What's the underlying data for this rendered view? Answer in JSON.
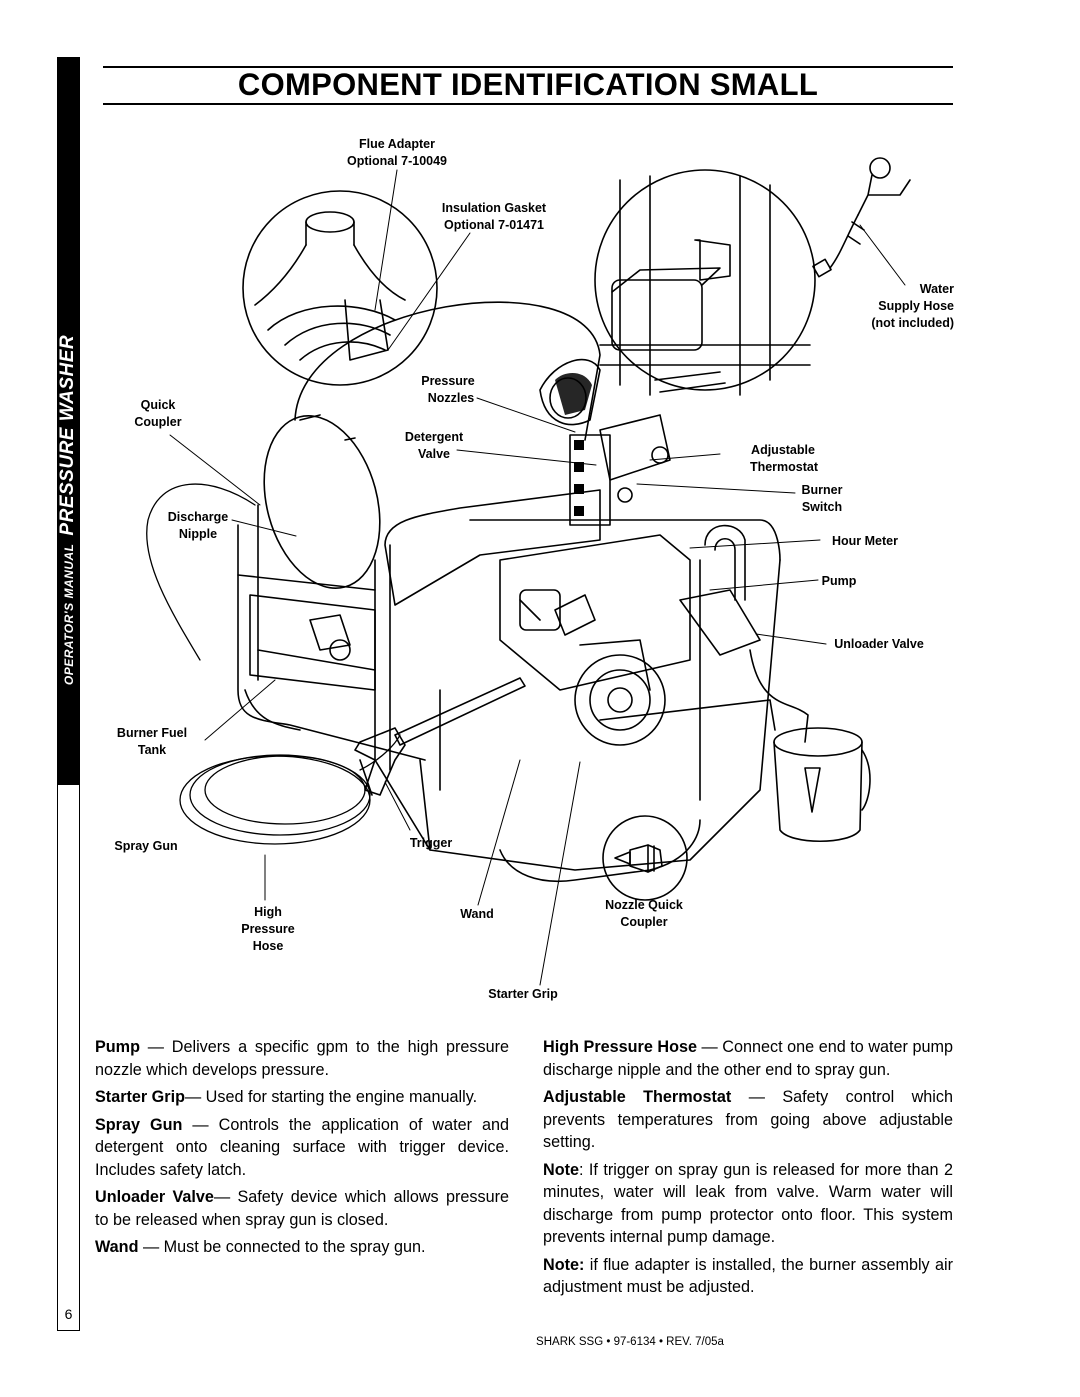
{
  "sidebar": {
    "manual_label": "OPERATOR'S MANUAL",
    "product_label": "PRESSURE WASHER"
  },
  "page_title": "COMPONENT IDENTIFICATION SMALL",
  "diagram": {
    "callouts": [
      {
        "id": "flue_adapter",
        "lines": [
          "Flue Adapter",
          "Optional 7-10049"
        ]
      },
      {
        "id": "insulation_gasket",
        "lines": [
          "Insulation Gasket",
          "Optional 7-01471"
        ]
      },
      {
        "id": "water_supply_hose",
        "lines": [
          "Water",
          "Supply Hose",
          "(not included)"
        ]
      },
      {
        "id": "pressure_nozzles",
        "lines": [
          "Pressure",
          "Nozzles"
        ]
      },
      {
        "id": "quick_coupler",
        "lines": [
          "Quick",
          "Coupler"
        ]
      },
      {
        "id": "detergent_valve",
        "lines": [
          "Detergent",
          "Valve"
        ]
      },
      {
        "id": "adjustable_thermostat",
        "lines": [
          "Adjustable",
          "Thermostat"
        ]
      },
      {
        "id": "burner_switch",
        "lines": [
          "Burner",
          "Switch"
        ]
      },
      {
        "id": "discharge_nipple",
        "lines": [
          "Discharge",
          "Nipple"
        ]
      },
      {
        "id": "hour_meter",
        "lines": [
          "Hour Meter"
        ]
      },
      {
        "id": "pump",
        "lines": [
          "Pump"
        ]
      },
      {
        "id": "unloader_valve",
        "lines": [
          "Unloader Valve"
        ]
      },
      {
        "id": "burner_fuel_tank",
        "lines": [
          "Burner Fuel",
          "Tank"
        ]
      },
      {
        "id": "spray_gun",
        "lines": [
          "Spray Gun"
        ]
      },
      {
        "id": "trigger",
        "lines": [
          "Trigger"
        ]
      },
      {
        "id": "high_pressure_hose",
        "lines": [
          "High",
          "Pressure",
          "Hose"
        ]
      },
      {
        "id": "wand",
        "lines": [
          "Wand"
        ]
      },
      {
        "id": "nozzle_quick_coupler",
        "lines": [
          "Nozzle Quick",
          "Coupler"
        ]
      },
      {
        "id": "starter_grip",
        "lines": [
          "Starter Grip"
        ]
      }
    ]
  },
  "descriptions": {
    "left": [
      {
        "term": "Pump",
        "text": " — Delivers a specific gpm to the high pressure nozzle which develops pressure."
      },
      {
        "term": "Starter Grip",
        "text": "— Used for starting the engine manually."
      },
      {
        "term": "Spray Gun",
        "text": " — Controls the application of water and detergent onto cleaning surface with trigger device. Includes safety latch."
      },
      {
        "term": "Unloader Valve",
        "text": "— Safety device which allows pressure to be released when spray gun is closed."
      },
      {
        "term": "Wand",
        "text": " — Must be connected to the spray gun."
      }
    ],
    "right": [
      {
        "term": "High Pressure Hose",
        "text": " — Connect one end to water pump discharge nipple and the other end to spray gun."
      },
      {
        "term": "Adjustable Thermostat",
        "text": " — Safety control which prevents temperatures from going above adjustable setting."
      },
      {
        "term": "Note",
        "text": ": If trigger on spray gun is released for more than 2 minutes, water will leak from valve. Warm water will discharge from pump protector onto floor. This system prevents internal pump damage."
      },
      {
        "term": "Note:",
        "text": " if flue adapter is installed, the burner assembly air adjustment must be adjusted."
      }
    ]
  },
  "page_number": "6",
  "footer": "SHARK SSG • 97-6134 • REV. 7/05a"
}
